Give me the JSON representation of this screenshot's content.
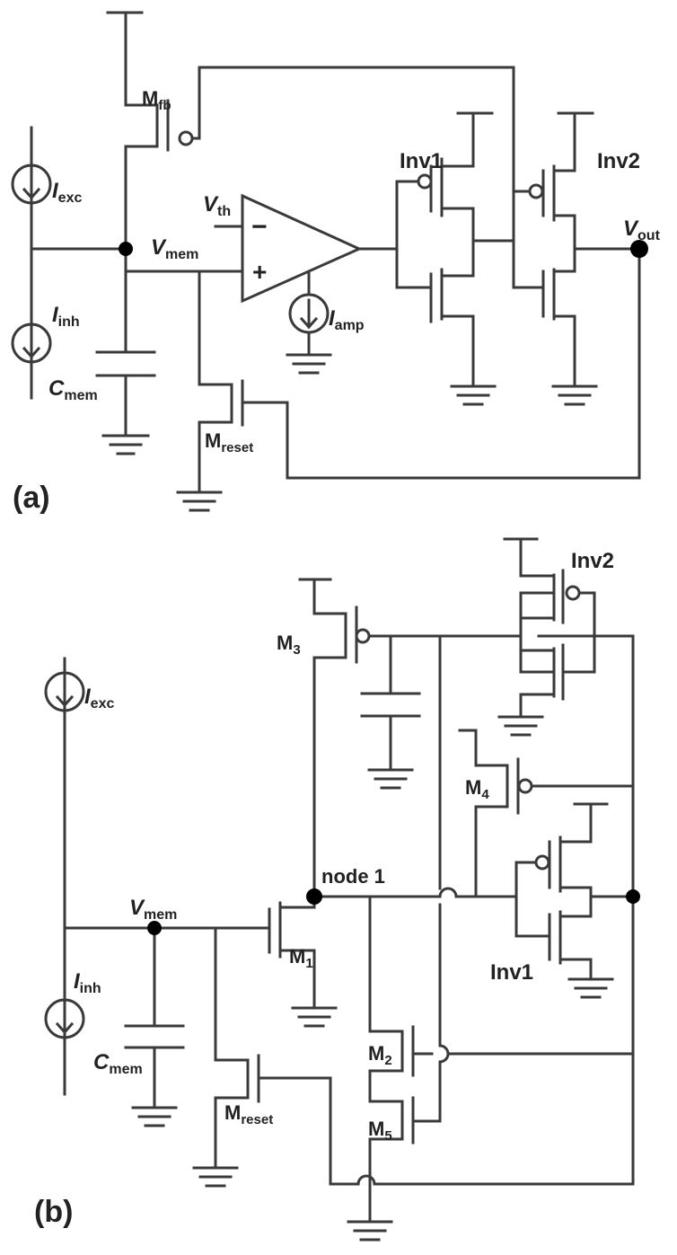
{
  "panel_a": {
    "label": "(a)",
    "labels": {
      "m_fb": {
        "main": "M",
        "sub": "fb"
      },
      "i_exc": {
        "main": "I",
        "sub": "exc"
      },
      "i_inh": {
        "main": "I",
        "sub": "inh"
      },
      "c_mem": {
        "main": "C",
        "sub": "mem"
      },
      "v_mem": {
        "main": "V",
        "sub": "mem"
      },
      "v_th": {
        "main": "V",
        "sub": "th"
      },
      "i_amp": {
        "main": "I",
        "sub": "amp"
      },
      "m_reset": {
        "main": "M",
        "sub": "reset"
      },
      "inv1": "Inv1",
      "inv2": "Inv2",
      "v_out": {
        "main": "V",
        "sub": "out"
      },
      "minus": "−",
      "plus": "+"
    }
  },
  "panel_b": {
    "label": "(b)",
    "labels": {
      "i_exc": {
        "main": "I",
        "sub": "exc"
      },
      "i_inh": {
        "main": "I",
        "sub": "inh"
      },
      "c_mem": {
        "main": "C",
        "sub": "mem"
      },
      "v_mem": {
        "main": "V",
        "sub": "mem"
      },
      "m1": {
        "main": "M",
        "sub": "1"
      },
      "m2": {
        "main": "M",
        "sub": "2"
      },
      "m3": {
        "main": "M",
        "sub": "3"
      },
      "m4": {
        "main": "M",
        "sub": "4"
      },
      "m5": {
        "main": "M",
        "sub": "5"
      },
      "m_reset": {
        "main": "M",
        "sub": "reset"
      },
      "node1": "node 1",
      "inv1": "Inv1",
      "inv2": "Inv2"
    }
  },
  "colors": {
    "wire": "#3a3a3a",
    "text": "#222222",
    "background": "#ffffff"
  }
}
